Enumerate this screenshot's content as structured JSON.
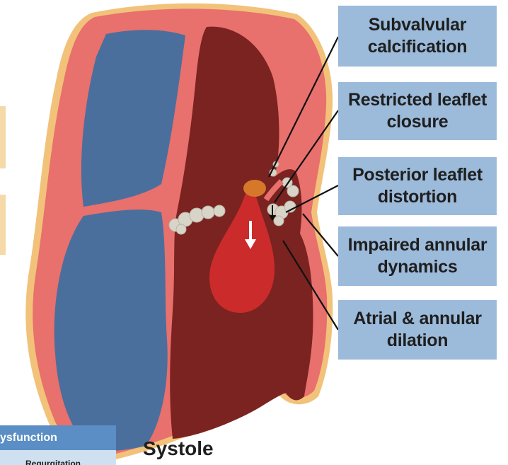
{
  "labels": [
    {
      "lines": [
        "Subvalvular",
        "calcification"
      ]
    },
    {
      "lines": [
        "Restricted leaflet",
        "closure"
      ]
    },
    {
      "lines": [
        "Posterior leaflet",
        "distortion"
      ]
    },
    {
      "lines": [
        "Impaired annular",
        "dynamics"
      ]
    },
    {
      "lines": [
        "Atrial & annular",
        "dilation"
      ]
    }
  ],
  "legend": {
    "header": "ysfunction",
    "row": "Regurgitation"
  },
  "phase_title": "Systole",
  "colors": {
    "label_fill": "#9cbbdb",
    "myocardium": "#e8706d",
    "left_ventricle_cavity": "#7a2320",
    "right_chambers": "#4a6f9d",
    "calcification": "#d8d4c8",
    "regurgitant_jet": "#cc2b2b",
    "pericardium": "#f2c27a"
  },
  "icons": [
    "downward-flow-arrow-icon",
    "leaflet-arrow-icon"
  ]
}
